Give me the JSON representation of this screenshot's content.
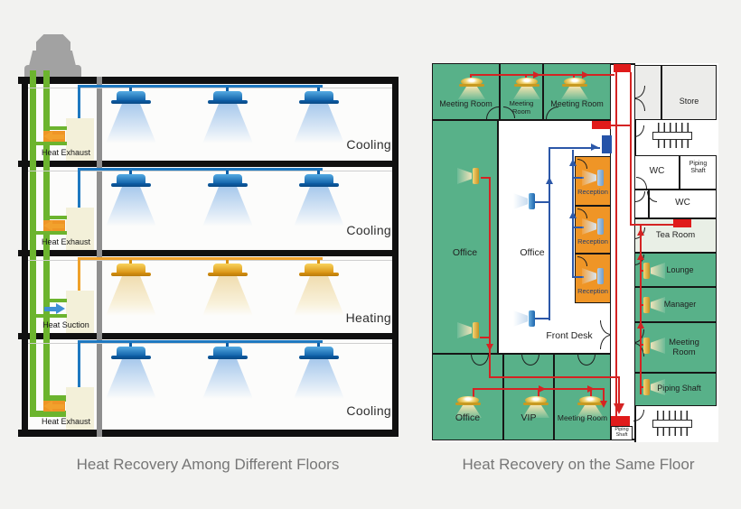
{
  "captions": {
    "left": "Heat Recovery Among Different Floors",
    "right": "Heat Recovery on the Same Floor"
  },
  "left": {
    "floors": [
      {
        "mode": "Cooling",
        "box": "Heat Exhaust"
      },
      {
        "mode": "Cooling",
        "box": "Heat Exhaust"
      },
      {
        "mode": "Heating",
        "box": "Heat Suction"
      },
      {
        "mode": "Cooling",
        "box": "Heat Exhaust"
      }
    ]
  },
  "right": {
    "rooms": {
      "meeting_top": [
        "Meeting Room",
        "Meeting Room",
        "Meeting Room"
      ],
      "office_left": "Office",
      "office_middle": "Office",
      "reception": [
        "Reception",
        "Reception",
        "Reception"
      ],
      "front_desk": "Front Desk",
      "bottom_office": "Office",
      "vip": "VIP",
      "bottom_meeting": "Meeting Room",
      "store": "Store",
      "wc_top": "WC",
      "piping_shaft_top": "Piping Shaft",
      "wc_mid": "WC",
      "tea_room": "Tea Room",
      "lounge": "Lounge",
      "manager": "Manager",
      "meeting_right": "Meeting Room",
      "piping_shaft_right": "Piping Shaft",
      "piping_shaft_corridor": "Piping Shaft"
    }
  },
  "colors": {
    "room_green": "#58b189",
    "room_orange": "#ef9526",
    "pipe_red": "#d42323",
    "pipe_blue_plan": "#2b57a8",
    "pipe_blue_section": "#1e78c0",
    "pipe_amber": "#efa12a",
    "pipe_green": "#6cb42e",
    "exchanger_beige": "#f3f0d9",
    "shaft_red": "#e01b1b",
    "shaft_blue": "#2553a8",
    "caption_gray": "#767676"
  }
}
